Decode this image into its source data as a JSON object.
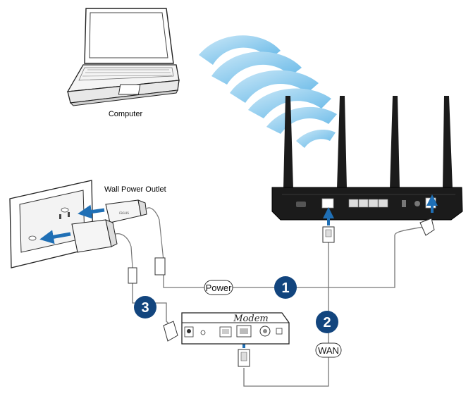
{
  "labels": {
    "computer": "Computer",
    "wall_outlet": "Wall Power Outlet",
    "modem": "Modem",
    "power_cable": "Power",
    "wan_cable": "WAN",
    "adapter_brand": "/asus"
  },
  "steps": [
    {
      "number": "1"
    },
    {
      "number": "2"
    },
    {
      "number": "3"
    }
  ],
  "colors": {
    "step_badge": "#12457e",
    "arrow": "#1f6fb5",
    "wifi_wave": "#7cc3ea",
    "router_body": "#1b1b1b",
    "cable": "#777777"
  }
}
